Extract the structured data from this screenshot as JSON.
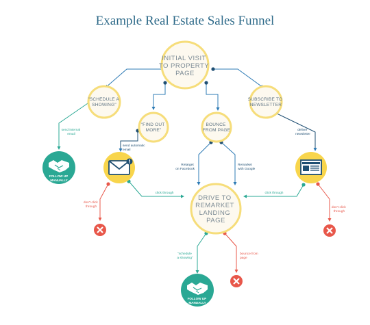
{
  "title": "Example Real Estate Sales Funnel",
  "nodes": {
    "initial_visit": [
      "INITIAL VISIT",
      "TO PROPERTY",
      "PAGE"
    ],
    "schedule_showing": [
      "\"SCHEDULE A",
      "SHOWING\""
    ],
    "find_out_more": [
      "\"FIND OUT",
      "MORE\""
    ],
    "bounce": [
      "BOUNCE",
      "FROM PAGE"
    ],
    "subscribe": [
      "SUBSCRIBE TO",
      "NEWSLETTER"
    ],
    "drive_to_remarket": [
      "DRIVE TO",
      "REMARKET",
      "LANDING",
      "PAGE"
    ]
  },
  "badges": {
    "follow_up_top": [
      "FOLLOW UP",
      "MANUALLY"
    ],
    "follow_up_bottom": [
      "FOLLOW UP",
      "MANUALLY"
    ]
  },
  "edges": {
    "send_internal_email": [
      "send internal",
      "email"
    ],
    "send_automatic_email": [
      "send automatic",
      "email"
    ],
    "retarget_facebook": [
      "Retarget",
      "on Facebook"
    ],
    "remarket_google": [
      "Remarket",
      "with Google"
    ],
    "deliver_newsletter": [
      "deliver",
      "newsletter"
    ],
    "click_through_left": "click through",
    "click_through_right": "click through",
    "dont_click_left": [
      "don't click",
      "through"
    ],
    "dont_click_right": [
      "don't click",
      "through"
    ],
    "schedule_a_showing": [
      "\"schedule",
      "a showing\""
    ],
    "bounce_from_page": [
      "bounce from",
      "page"
    ]
  },
  "colors": {
    "title": "#2f6b8a",
    "node_fill": "#fdf9ef",
    "node_stroke": "#f6dd7a",
    "icon_fill": "#f8d54c",
    "teal": "#2aa894",
    "navy": "#1f4f73",
    "blue_line": "#2e7bb5",
    "red": "#e8574a"
  },
  "icons": [
    "envelope-icon",
    "newspaper-icon",
    "handshake-icon",
    "x-icon"
  ]
}
